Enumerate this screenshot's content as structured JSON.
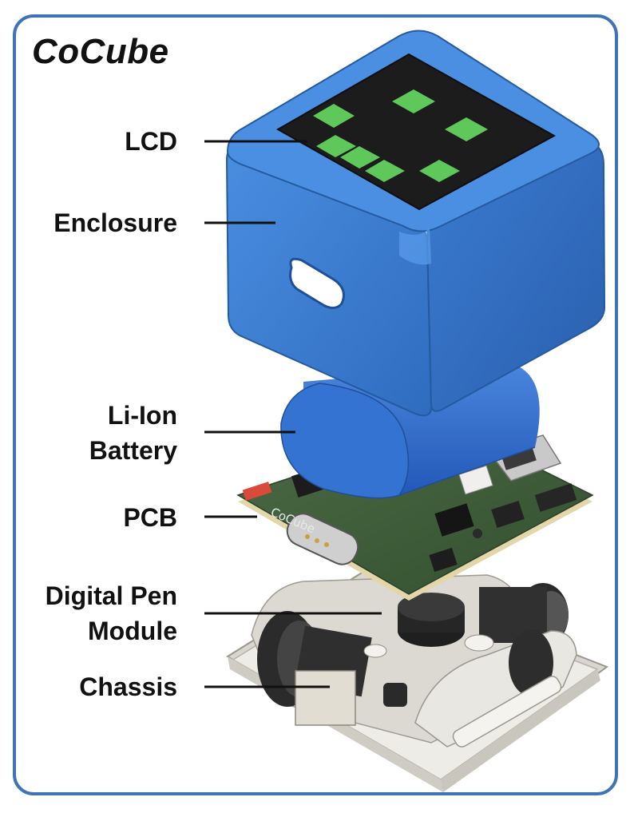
{
  "title": "CoCube",
  "labels": {
    "lcd": "LCD",
    "enclosure": "Enclosure",
    "battery_line1": "Li-Ion",
    "battery_line2": "Battery",
    "pcb": "PCB",
    "pen_line1": "Digital Pen",
    "pen_line2": "Module",
    "chassis": "Chassis"
  },
  "pcb_silkscreen": "CoCube",
  "colors": {
    "frame": "#3f73b8",
    "enclosure": "#3d7fd0",
    "lcd_screen": "#1c1c1c",
    "lcd_pixel": "#5fc85a",
    "battery": "#2f6fd0",
    "pcb": "#3f5a3a",
    "pcb_edge": "#e3d6a8",
    "chassis": "#e9e7e2",
    "leader_line": "#111111"
  }
}
